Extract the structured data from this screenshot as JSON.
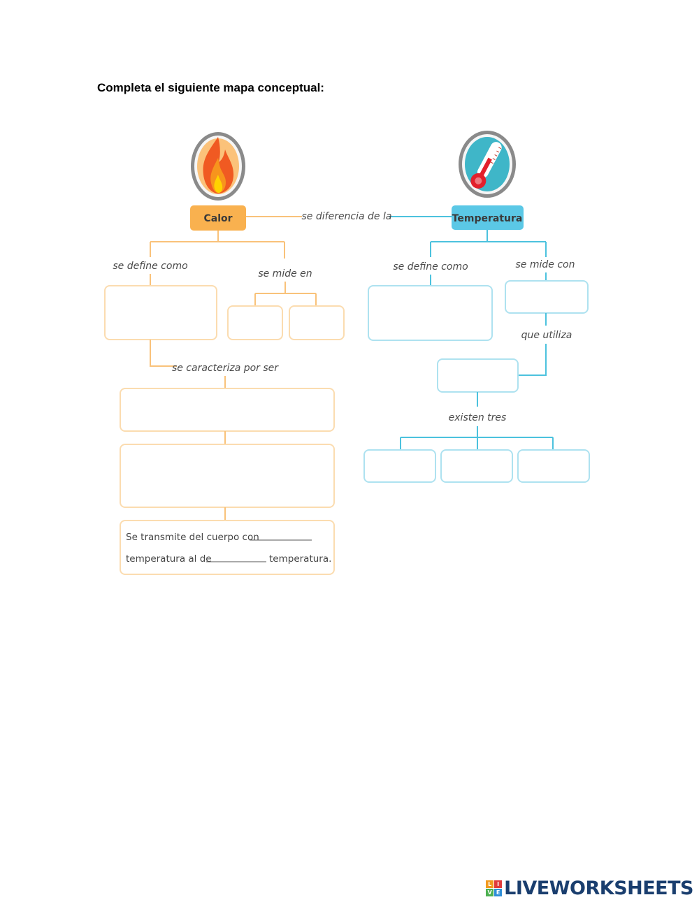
{
  "instruction": "Completa el siguiente mapa conceptual:",
  "nodes": {
    "calor": "Calor",
    "temperatura": "Temperatura"
  },
  "labels": {
    "diferencia": "se diferencia de la",
    "calor_define": "se define como",
    "calor_mide": "se mide en",
    "calor_caracteriza": "se caracteriza por ser",
    "temp_define": "se define como",
    "temp_mide": "se mide con",
    "que_utiliza": "que utiliza",
    "existen_tres": "existen tres"
  },
  "statement": {
    "line1": "Se transmite del cuerpo con",
    "line2_a": "temperatura al de",
    "line2_b": "temperatura."
  },
  "icons": {
    "calor": "flame-icon",
    "temperatura": "thermometer-icon"
  },
  "footer": {
    "brand": "LIVEWORKSHEETS",
    "live_letters": [
      "L",
      "I",
      "V",
      "E"
    ]
  },
  "colors": {
    "orange_accent": "#f9b14f",
    "orange_border": "#fbdcb0",
    "blue_accent": "#5bc8e6",
    "blue_border": "#aee2f0",
    "brand": "#1a3e6e"
  }
}
